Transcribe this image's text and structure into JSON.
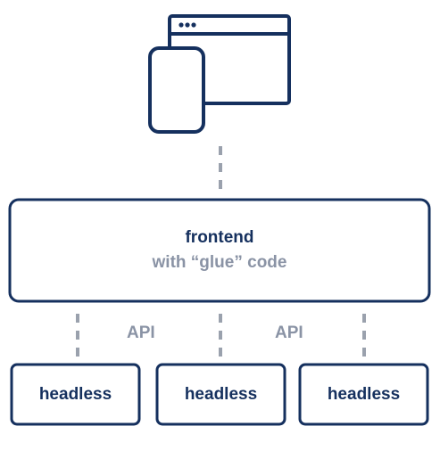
{
  "diagram": {
    "client_icons": [
      "browser-window-icon",
      "mobile-phone-icon"
    ],
    "frontend": {
      "title": "frontend",
      "subtitle": "with “glue” code"
    },
    "connector_labels": [
      "API",
      "API"
    ],
    "backends": [
      {
        "label": "headless"
      },
      {
        "label": "headless"
      },
      {
        "label": "headless"
      }
    ],
    "colors": {
      "stroke": "#15305e",
      "muted_text": "#8a93a5",
      "dashed_connector": "#9aa1ad",
      "background": "#ffffff"
    }
  }
}
